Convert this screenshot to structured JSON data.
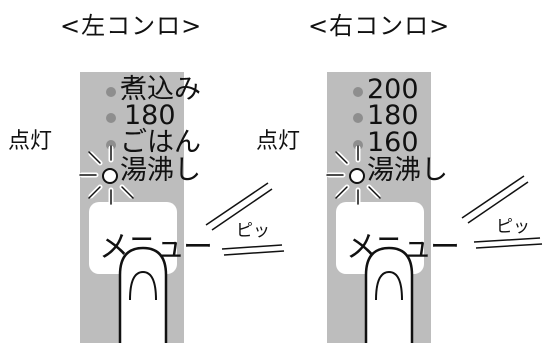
{
  "left": {
    "title": "<左コンロ>",
    "items": [
      "煮込み",
      "180",
      "ごはん",
      "湯沸し"
    ],
    "menu_label": "メニュー",
    "lit_label": "点灯",
    "beep": "ピッ"
  },
  "right": {
    "title": "<右コンロ>",
    "items": [
      "200",
      "180",
      "160",
      "湯沸し"
    ],
    "menu_label": "メニュー",
    "lit_label": "点灯",
    "beep": "ピッ"
  },
  "colors": {
    "panel": "#bdbdbd",
    "dot": "#8e8e8e",
    "ink": "#111111"
  }
}
